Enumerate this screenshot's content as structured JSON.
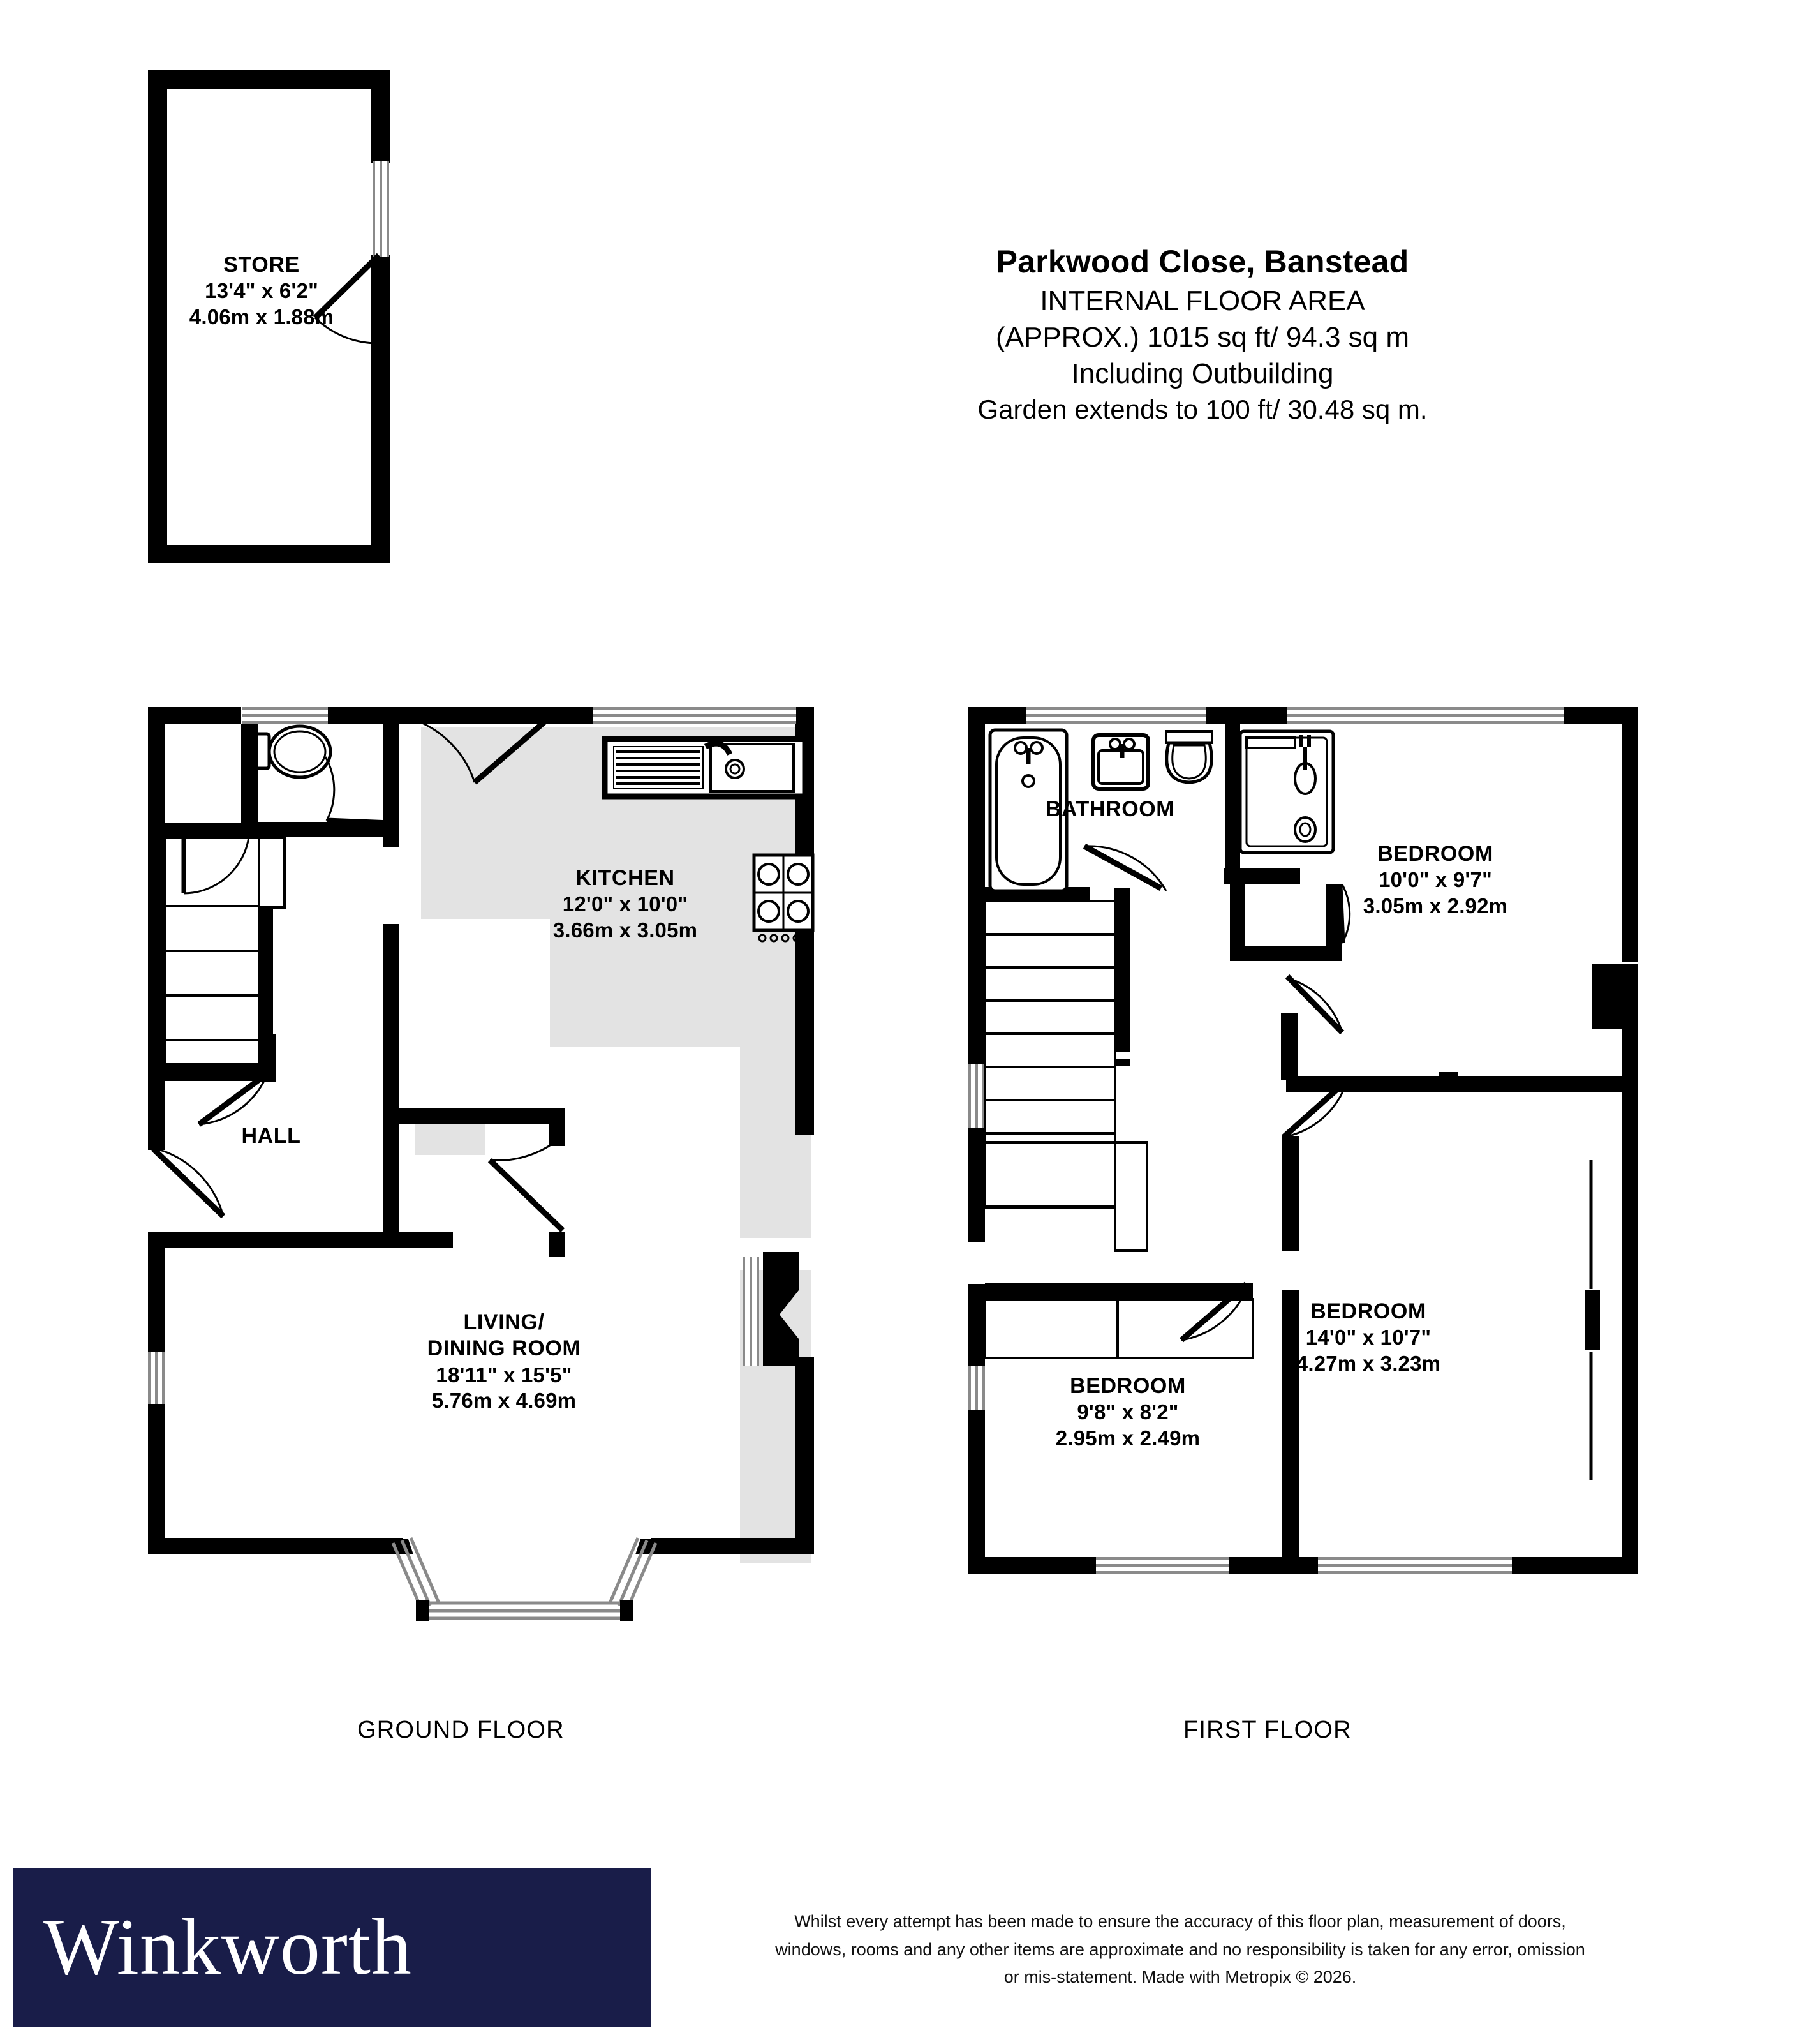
{
  "header": {
    "title": "Parkwood Close, Banstead",
    "line2": "INTERNAL FLOOR AREA",
    "line3": "(APPROX.) 1015 sq ft/ 94.3 sq m",
    "line4": "Including Outbuilding",
    "line5": "Garden extends to 100 ft/ 30.48 sq m."
  },
  "colors": {
    "wall": "#000000",
    "floor_fill": "#ffffff",
    "counter_fill": "#e3e3e3",
    "window_line": "#808080",
    "brand_navy": "#191d49",
    "logo_text": "#ffffff"
  },
  "outbuilding": {
    "caption": "",
    "room": {
      "name": "STORE",
      "imperial": "13'4\"  x 6'2\"",
      "metric": "4.06m  x 1.88m"
    }
  },
  "ground_floor": {
    "caption": "GROUND FLOOR",
    "rooms": [
      {
        "name": "KITCHEN",
        "imperial": "12'0\"  x 10'0\"",
        "metric": "3.66m  x 3.05m"
      },
      {
        "name": "HALL",
        "imperial": "",
        "metric": ""
      },
      {
        "name": "LIVING/",
        "name2": "DINING ROOM",
        "imperial": "18'11\"  x 15'5\"",
        "metric": "5.76m  x 4.69m"
      }
    ],
    "fixtures": [
      "kitchen-sink",
      "kitchen-drainer",
      "kitchen-tap",
      "hob-four-burner",
      "wc-toilet",
      "staircase-up",
      "bay-window",
      "front-door"
    ]
  },
  "first_floor": {
    "caption": "FIRST FLOOR",
    "rooms": [
      {
        "name": "BATHROOM",
        "imperial": "",
        "metric": ""
      },
      {
        "name": "BEDROOM",
        "imperial": "10'0\"  x 9'7\"",
        "metric": "3.05m  x 2.92m"
      },
      {
        "name": "BEDROOM",
        "imperial": "14'0\"  x 10'7\"",
        "metric": "4.27m  x 3.23m"
      },
      {
        "name": "BEDROOM",
        "imperial": "9'8\"  x 8'2\"",
        "metric": "2.95m  x 2.49m"
      }
    ],
    "fixtures": [
      "bathtub",
      "wash-basin",
      "wc-toilet",
      "shower-cubicle",
      "staircase-down",
      "airing-cupboard"
    ]
  },
  "footer": {
    "logo": "Winkworth",
    "disclaimer_line1": "Whilst every attempt has been made to ensure the accuracy of this floor plan, measurement of doors,",
    "disclaimer_line2": "windows, rooms and any other items are approximate and no responsibility is taken for any error, omission",
    "disclaimer_line3": "or mis-statement. Made with Metropix © 2026."
  }
}
